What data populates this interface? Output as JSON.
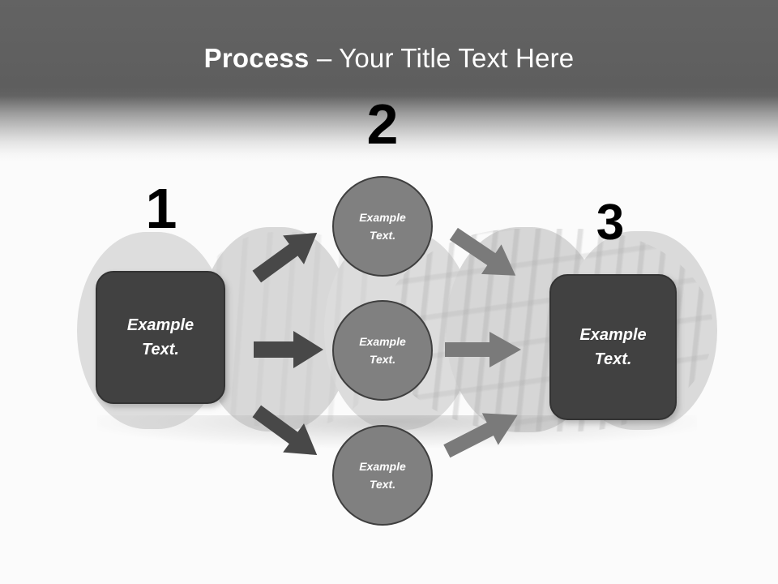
{
  "slide": {
    "title_bold": "Process",
    "title_rest": " – Your Title Text Here",
    "background_color": "#fbfbfb",
    "header_color": "#5e5e5e",
    "accent_dark": "#414141",
    "accent_circle": "#808080",
    "arrow_dark": "#484848",
    "arrow_light": "#7a7a7a",
    "text_on_dark": "#ffffff"
  },
  "steps": {
    "step1": {
      "number": "1",
      "label_line1": "Example",
      "label_line2": "Text."
    },
    "step2": {
      "number": "2",
      "branches": [
        {
          "label_line1": "Example",
          "label_line2": "Text."
        },
        {
          "label_line1": "Example",
          "label_line2": "Text."
        },
        {
          "label_line1": "Example",
          "label_line2": "Text."
        }
      ]
    },
    "step3": {
      "number": "3",
      "label_line1": "Example",
      "label_line2": "Text."
    }
  },
  "connectors": {
    "left_up": "arrow-up-right-icon",
    "left_mid": "arrow-right-icon",
    "left_down": "arrow-down-right-icon",
    "right_down": "arrow-down-right-icon",
    "right_mid": "arrow-right-icon",
    "right_up": "arrow-up-right-icon"
  }
}
